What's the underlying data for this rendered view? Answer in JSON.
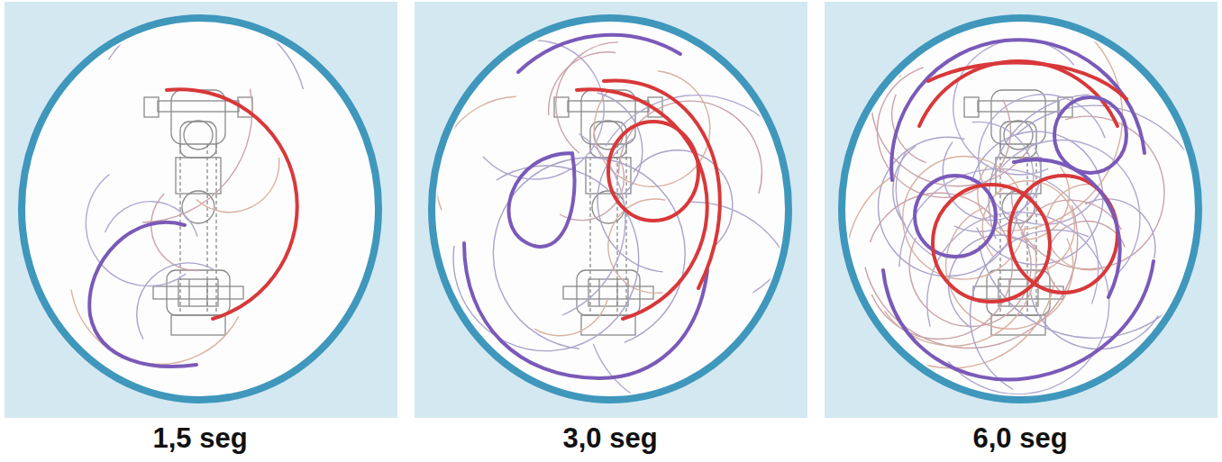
{
  "diagram": {
    "labels": [
      "1,5 seg",
      "3,0 seg",
      "6,0 seg"
    ]
  }
}
